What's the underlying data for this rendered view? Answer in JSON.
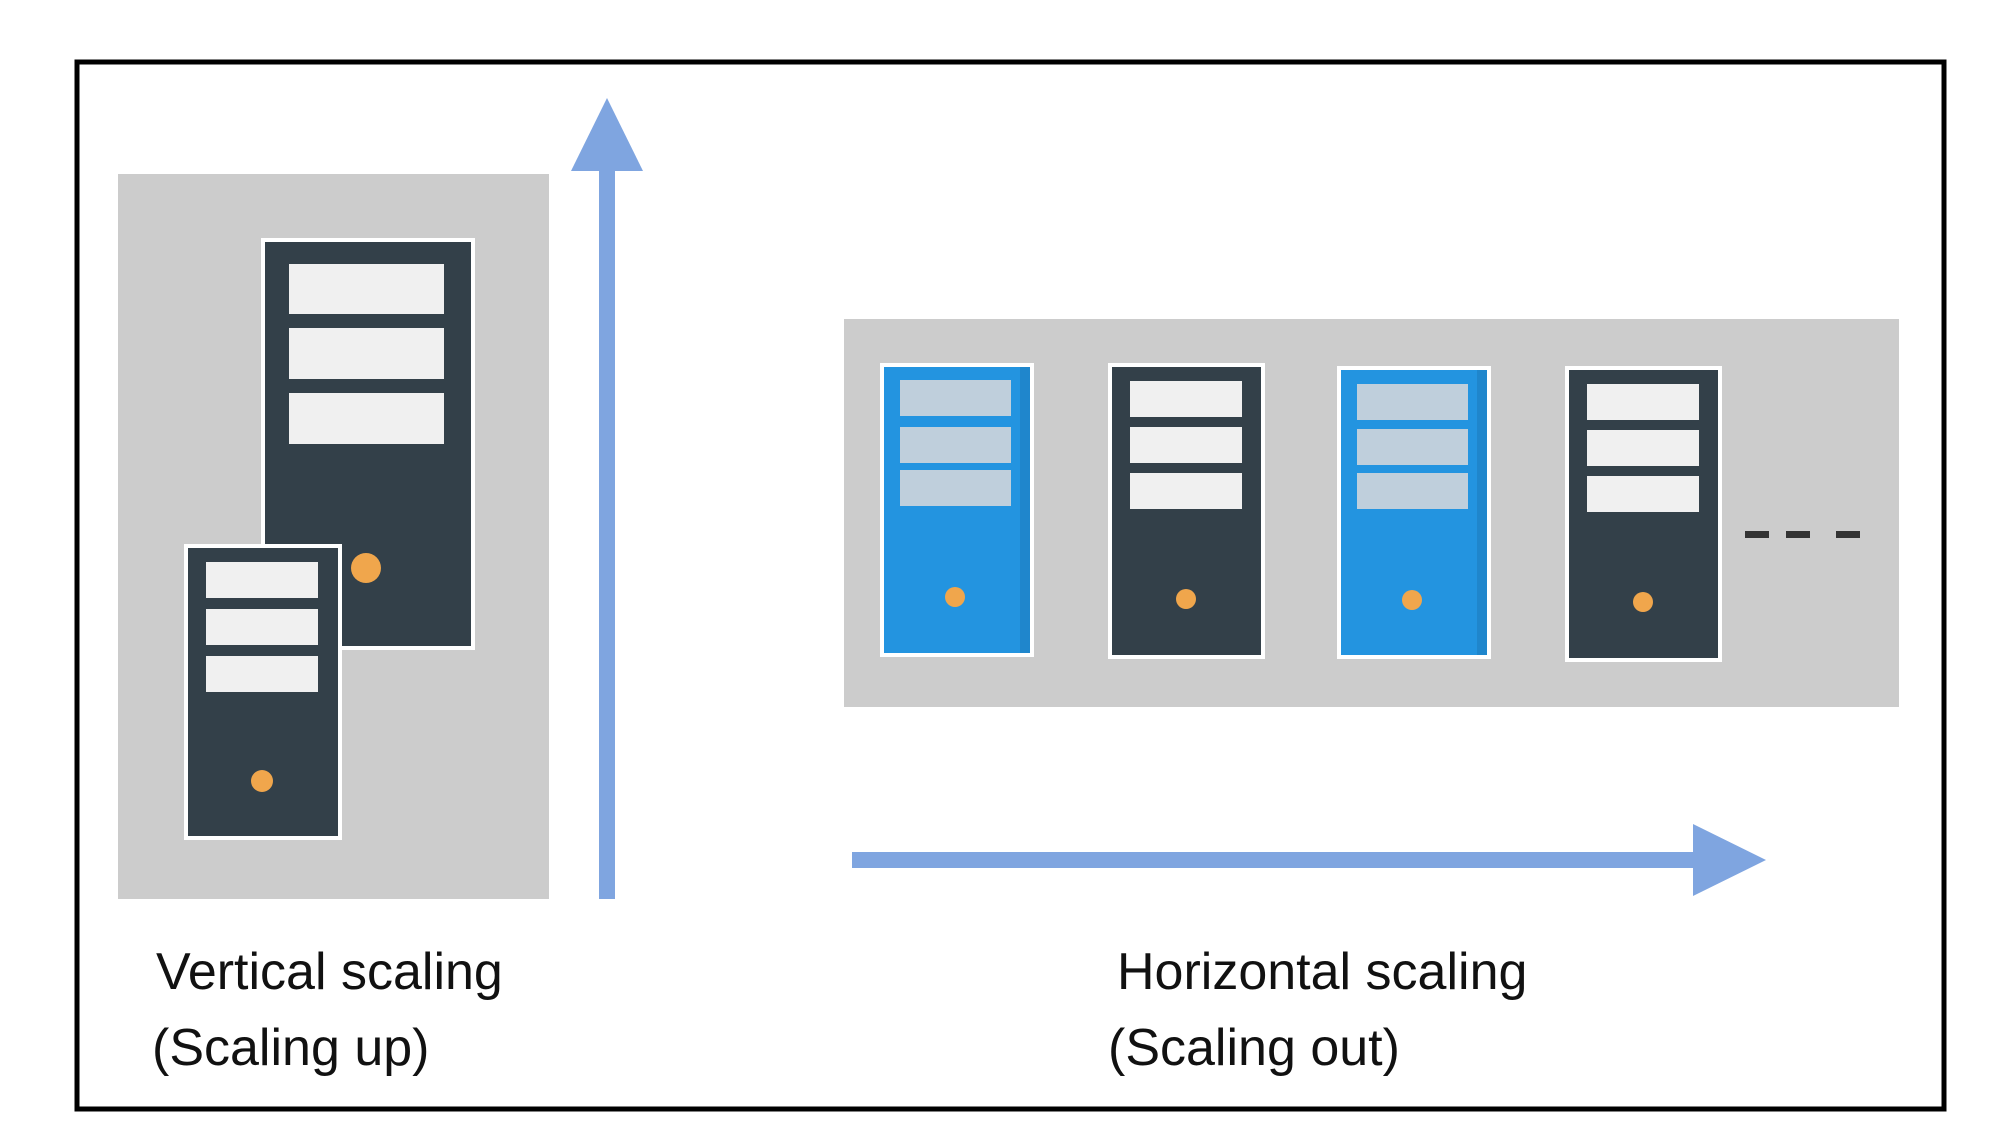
{
  "vertical": {
    "title": "Vertical scaling",
    "subtitle": "(Scaling up)"
  },
  "horizontal": {
    "title": "Horizontal scaling",
    "subtitle": "(Scaling out)"
  },
  "colors": {
    "frame": "#000000",
    "panel": "#cccccc",
    "server_dark": "#334049",
    "server_blue": "#2394e0",
    "drive_slot_dark": "#f0f0f0",
    "drive_slot_blue": "#bfcfdc",
    "power_led": "#f0a64c",
    "arrow": "#7fa5e0",
    "continuation": "#333333"
  },
  "icons": {
    "server_dark": "server-icon",
    "server_blue": "server-icon",
    "continuation": "ellipsis-dashes-icon",
    "arrow_up": "arrow-up-icon",
    "arrow_right": "arrow-right-icon"
  }
}
